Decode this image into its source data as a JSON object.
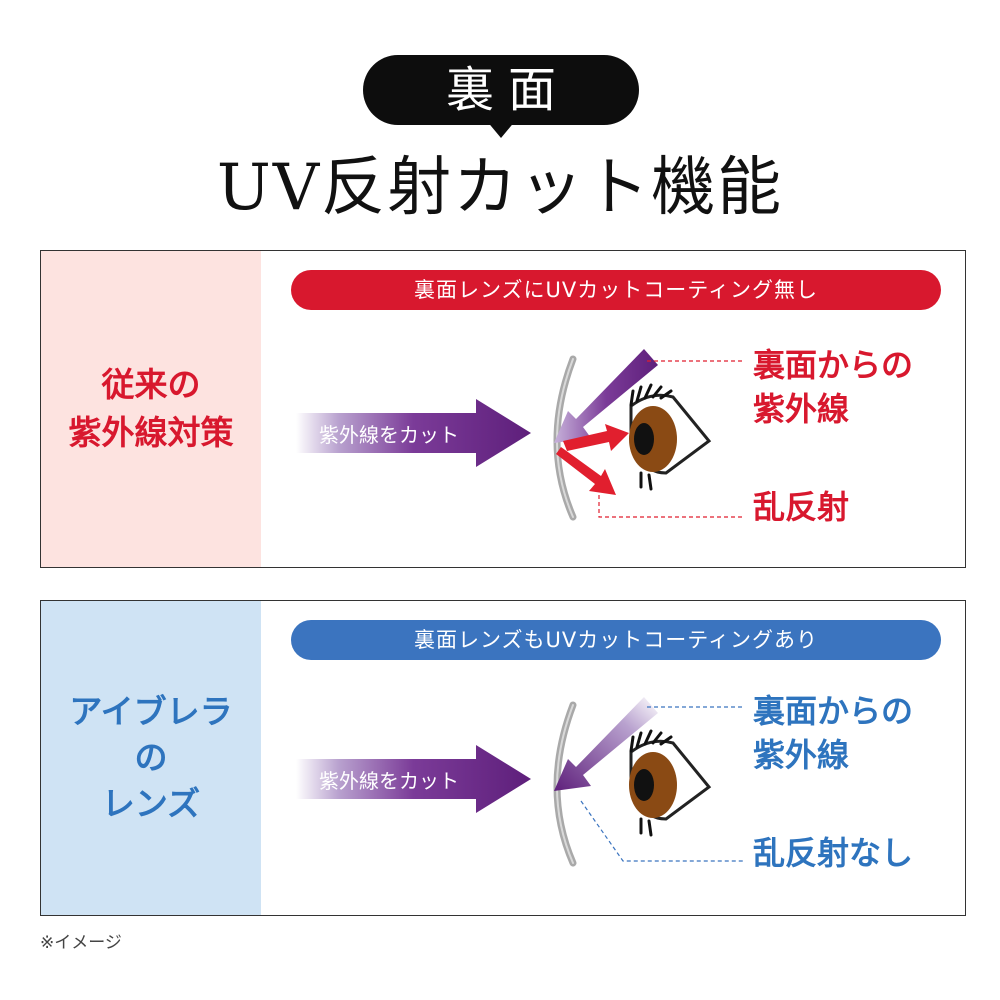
{
  "header": {
    "bubble_text": "裏面",
    "title": "UV反射カット機能"
  },
  "conventional": {
    "side_line1": "従来の",
    "side_line2": "紫外線対策",
    "banner": "裏面レンズにUVカットコーティング無し",
    "arrow_label": "紫外線をカット",
    "label_back_line1": "裏面からの",
    "label_back_line2": "紫外線",
    "label_reflection": "乱反射"
  },
  "eyebrella": {
    "side_line1": "アイブレラ",
    "side_line2": "の",
    "side_line3": "レンズ",
    "banner": "裏面レンズもUVカットコーティングあり",
    "arrow_label": "紫外線をカット",
    "label_back_line1": "裏面からの",
    "label_back_line2": "紫外線",
    "label_reflection": "乱反射なし"
  },
  "footnote": "※イメージ",
  "colors": {
    "red": "#d8182e",
    "blue": "#2e74be",
    "purple": "#6a2a86",
    "pink_bg": "#fde3e0",
    "blue_bg": "#cfe3f4"
  }
}
